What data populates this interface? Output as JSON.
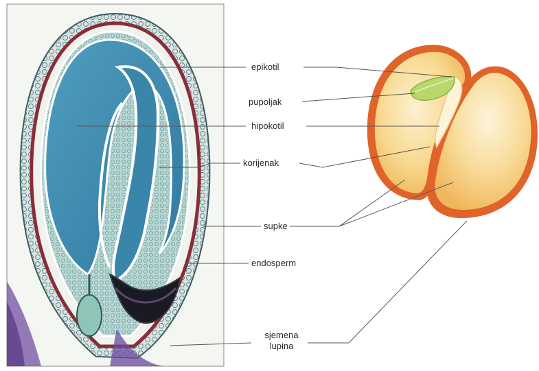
{
  "labels": {
    "epikotil": "epikotil",
    "pupoljak": "pupoljak",
    "hipokotil": "hipokotil",
    "korijenak": "korijenak",
    "supke": "supke",
    "endosperm": "endosperm",
    "sjemena_line1": "sjemena",
    "sjemena_line2": "lupina"
  },
  "colors": {
    "micrograph_bg": "#f4f6f2",
    "cotyledon_tissue": "#3f8db0",
    "tissue_dark": "#2d6f93",
    "seed_coat_rim": "#8a2c38",
    "endosperm_cells": "#9fc8c4",
    "bean_coat": "#e0642a",
    "bean_flesh": "#f8d98f",
    "bean_flesh_light": "#fcebc2",
    "bud_green": "#b8d86a",
    "leader_line": "#555555"
  }
}
